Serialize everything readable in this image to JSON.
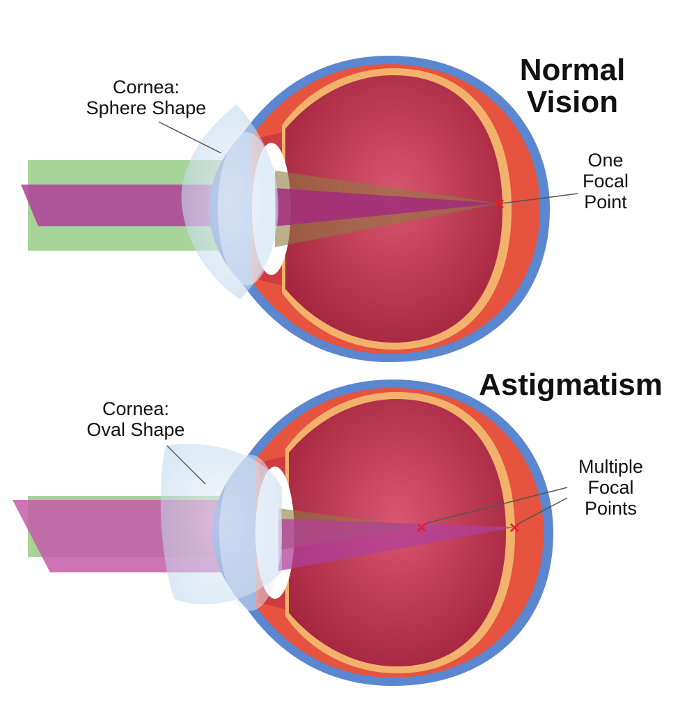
{
  "normal": {
    "title_line1": "Normal",
    "title_line2": "Vision",
    "cornea_line1": "Cornea:",
    "cornea_line2": "Sphere Shape",
    "focal_line1": "One",
    "focal_line2": "Focal",
    "focal_line3": "Point"
  },
  "astigmatism": {
    "title": "Astigmatism",
    "cornea_line1": "Cornea:",
    "cornea_line2": "Oval Shape",
    "focal_line1": "Multiple",
    "focal_line2": "Focal",
    "focal_line3": "Points"
  },
  "colors": {
    "sclera": "#5b86d0",
    "choroid": "#f2b26b",
    "vitreous": "#b5304f",
    "green_beam": "#9ccf8e",
    "purple_beam": "#b0409a",
    "focal_mark": "#e0202a"
  }
}
